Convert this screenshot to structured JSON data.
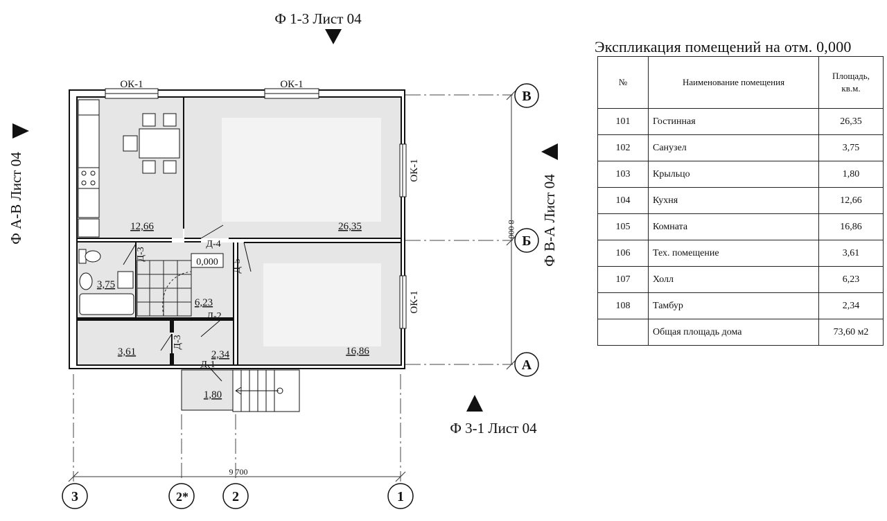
{
  "sections": {
    "top": "Ф 1-3 Лист 04",
    "bottom": "Ф 3-1 Лист 04",
    "left": "Ф А-В Лист 04",
    "right": "Ф В-А Лист 04"
  },
  "axes": {
    "letters": [
      "В",
      "Б",
      "А"
    ],
    "numbers": [
      "3",
      "2*",
      "2",
      "1"
    ]
  },
  "dimensions": {
    "width": "9 700",
    "height": "8 000"
  },
  "elevation_mark": "0,000",
  "windows": {
    "ok1_a": "ОК-1",
    "ok1_b": "ОК-1",
    "ok1_c": "ОК-1",
    "ok1_d": "ОК-1"
  },
  "doors": {
    "d1": "Д-1",
    "d2": "Д-2",
    "d3a": "Д-3",
    "d3b": "Д-3",
    "d4": "Д-4",
    "d5": "Д-5"
  },
  "rooms": {
    "kitchen": "12,66",
    "living": "26,35",
    "bath": "3,75",
    "hall": "6,23",
    "tech": "3,61",
    "tambour": "2,34",
    "room": "16,86",
    "porch": "1,80"
  },
  "table": {
    "title": "Экспликация помещений на отм. 0,000",
    "headers": {
      "num": "№",
      "name": "Наименование помещения",
      "area_line1": "Площадь,",
      "area_line2": "кв.м."
    },
    "rows": [
      {
        "num": "101",
        "name": "Гостинная",
        "area": "26,35"
      },
      {
        "num": "102",
        "name": "Санузел",
        "area": "3,75"
      },
      {
        "num": "103",
        "name": "Крыльцо",
        "area": "1,80"
      },
      {
        "num": "104",
        "name": "Кухня",
        "area": "12,66"
      },
      {
        "num": "105",
        "name": "Комната",
        "area": "16,86"
      },
      {
        "num": "106",
        "name": "Тех. помещение",
        "area": "3,61"
      },
      {
        "num": "107",
        "name": "Холл",
        "area": "6,23"
      },
      {
        "num": "108",
        "name": "Тамбур",
        "area": "2,34"
      }
    ],
    "total": {
      "name": "Общая площадь дома",
      "area": "73,60 м2"
    }
  }
}
